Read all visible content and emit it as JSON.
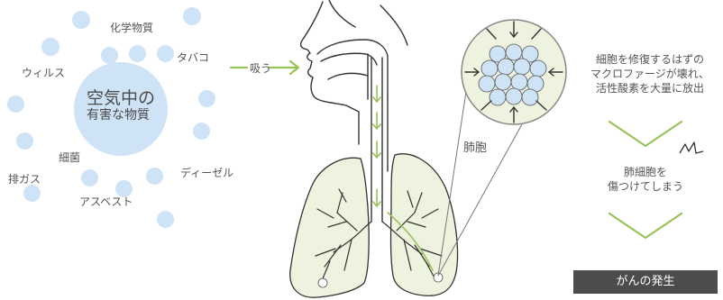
{
  "sources": {
    "center_line1": "空気中の",
    "center_line2": "有害な物質",
    "chemicals": "化学物質",
    "tobacco": "タバコ",
    "virus": "ウィルス",
    "bacteria": "細菌",
    "exhaust": "排ガス",
    "asbestos": "アスベスト",
    "diesel": "ディーゼル"
  },
  "inhale_label": "吸う",
  "alveoli_label": "肺胞",
  "flow": {
    "step1": [
      "細胞を修復するはずの",
      "マクロファージが壊れ、",
      "活性酸素を大量に放出"
    ],
    "step2": [
      "肺細胞を",
      "傷つけてしまう"
    ],
    "result": "がんの発生"
  },
  "colors": {
    "particle": "#cfe3f6",
    "accent_green": "#9ac25a",
    "lung_fill": "#eef3df",
    "result_bg": "#4c4c4c"
  }
}
